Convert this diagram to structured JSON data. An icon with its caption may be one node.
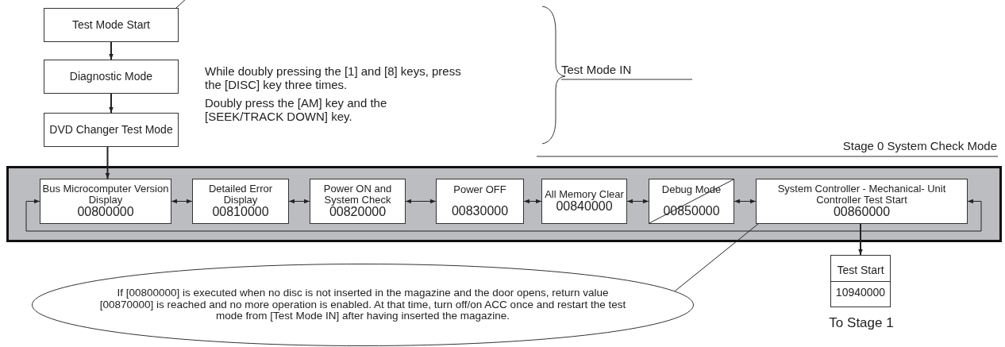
{
  "diagram": {
    "nodes": [
      {
        "text": [
          "Test Mode Start"
        ]
      },
      {
        "text": [
          "Diagnostic Mode"
        ]
      },
      {
        "text": [
          "DVD Changer Test Mode"
        ]
      },
      {
        "text": [],
        "shape": "band"
      },
      {
        "text": [
          "Bus Microcomputer Version Display",
          "00800000"
        ],
        "in": 3
      },
      {
        "text": [
          "Detailed Error Display",
          "00810000"
        ],
        "in": 3
      },
      {
        "text": [
          "Power ON and System Check",
          "00820000"
        ],
        "in": 3
      },
      {
        "text": [
          "Power OFF",
          "00830000"
        ],
        "in": 3
      },
      {
        "text": [
          "All Memory Clear",
          "00840000"
        ],
        "in": 3
      },
      {
        "text": [
          "Debug Mode",
          "00850000"
        ],
        "in": 3
      },
      {
        "text": [
          "System Controller - Mechanical- Unit Controller Test Start",
          "00860000"
        ],
        "in": 3
      },
      {
        "text": [
          "Test Start",
          "10940000"
        ]
      },
      {
        "text": [
          "If [00800000] is executed when no disc is not inserted in the magazine and the door opens, return value [00870000] is reached and no more operation is enabled.  At that time, turn off/on ACC once and restart the test mode from [Test Mode IN] after having inserted the magazine."
        ]
      }
    ],
    "edges": [
      {
        "from": 0,
        "to": 1,
        "arrow": "to"
      },
      {
        "from": 1,
        "to": 2,
        "arrow": "to"
      },
      {
        "from": 2,
        "to": 4,
        "arrow": "to"
      },
      {
        "from": 4,
        "to": 5,
        "arrow": "both"
      },
      {
        "from": 5,
        "to": 6,
        "arrow": "both"
      },
      {
        "from": 6,
        "to": 7,
        "arrow": "both"
      },
      {
        "from": 7,
        "to": 8,
        "arrow": "both"
      },
      {
        "from": 8,
        "to": 9,
        "arrow": "both"
      },
      {
        "from": 9,
        "to": 10,
        "arrow": "both"
      },
      {
        "from": 10,
        "to": 4,
        "arrow": "both"
      },
      {
        "from": 10,
        "to": 11,
        "arrow": "to"
      },
      {
        "from": 12,
        "to": 10,
        "arrow": "none"
      },
      {
        "from": 0,
        "to": null,
        "arrow": "none"
      }
    ],
    "labels": [
      "While doubly pressing the [1] and [8] keys, press the [DISC] key three times.",
      "Doubly press the [AM] key and the [SEEK/TRACK DOWN] key.",
      "Test Mode IN",
      "Stage 0  System Check Mode",
      "To Stage 1"
    ]
  }
}
